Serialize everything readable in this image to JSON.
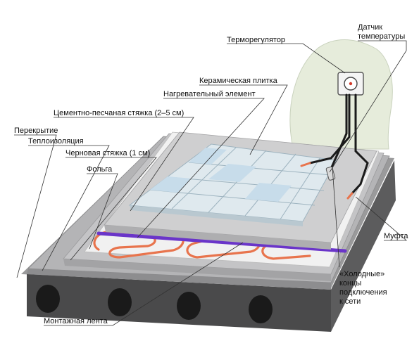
{
  "labels": {
    "thermostat": "Терморегулятор",
    "sensor_line1": "Датчик",
    "sensor_line2": "температуры",
    "tile": "Керамическая плитка",
    "heating_element": "Нагревательный элемент",
    "screed_cement": "Цементно-песчаная стяжка (2–5 см)",
    "slab": "Перекрытие",
    "insulation": "Теплоизоляция",
    "rough_screed": "Черновая стяжка (1 см)",
    "foil": "Фольга",
    "coupling": "Муфта",
    "cold_line1": "«Холодные»",
    "cold_line2": "концы",
    "cold_line3": "подключения",
    "cold_line4": "к сети",
    "mounting_tape": "Монтажная лента"
  },
  "colors": {
    "slab": "#6f6f70",
    "slab_dark": "#3a3a3a",
    "insulation": "#a9a9ab",
    "screed": "#bdbdbf",
    "foil": "#eeeeee",
    "cable": "#e8744d",
    "tape": "#6a35c9",
    "tile": "#e4eef3",
    "tile_blue": "#c7dcea",
    "wall": "#e6ecdb"
  }
}
